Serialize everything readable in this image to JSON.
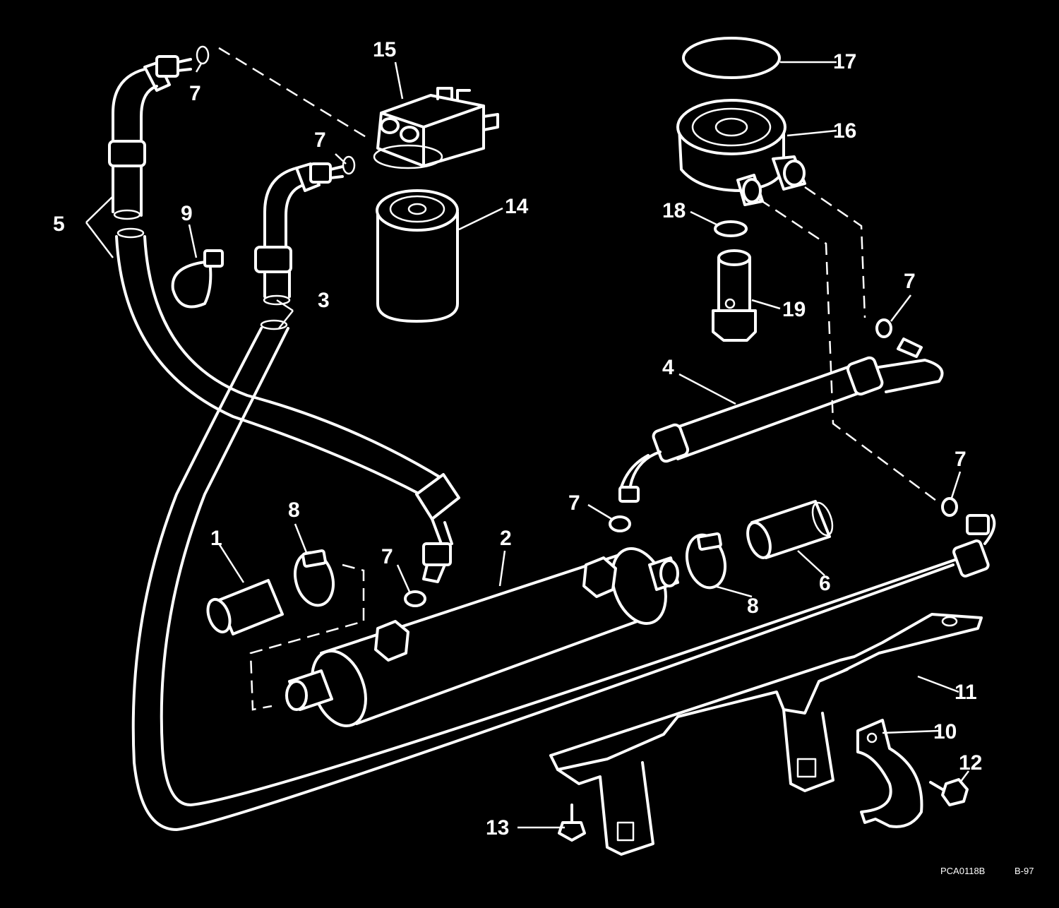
{
  "callouts": [
    {
      "id": "c1",
      "text": "1"
    },
    {
      "id": "c2",
      "text": "2"
    },
    {
      "id": "c3",
      "text": "3"
    },
    {
      "id": "c4",
      "text": "4"
    },
    {
      "id": "c5",
      "text": "5"
    },
    {
      "id": "c6",
      "text": "6"
    },
    {
      "id": "c7a",
      "text": "7"
    },
    {
      "id": "c7b",
      "text": "7"
    },
    {
      "id": "c7c",
      "text": "7"
    },
    {
      "id": "c7d",
      "text": "7"
    },
    {
      "id": "c7e",
      "text": "7"
    },
    {
      "id": "c7f",
      "text": "7"
    },
    {
      "id": "c8a",
      "text": "8"
    },
    {
      "id": "c8b",
      "text": "8"
    },
    {
      "id": "c9",
      "text": "9"
    },
    {
      "id": "c10",
      "text": "10"
    },
    {
      "id": "c11",
      "text": "11"
    },
    {
      "id": "c12",
      "text": "12"
    },
    {
      "id": "c13",
      "text": "13"
    },
    {
      "id": "c14",
      "text": "14"
    },
    {
      "id": "c15",
      "text": "15"
    },
    {
      "id": "c16",
      "text": "16"
    },
    {
      "id": "c17",
      "text": "17"
    },
    {
      "id": "c18",
      "text": "18"
    },
    {
      "id": "c19",
      "text": "19"
    }
  ],
  "footer": {
    "figure_code": "PCA0118B",
    "page_code": "B-97"
  },
  "colors": {
    "background": "#000000",
    "line": "#ffffff"
  }
}
